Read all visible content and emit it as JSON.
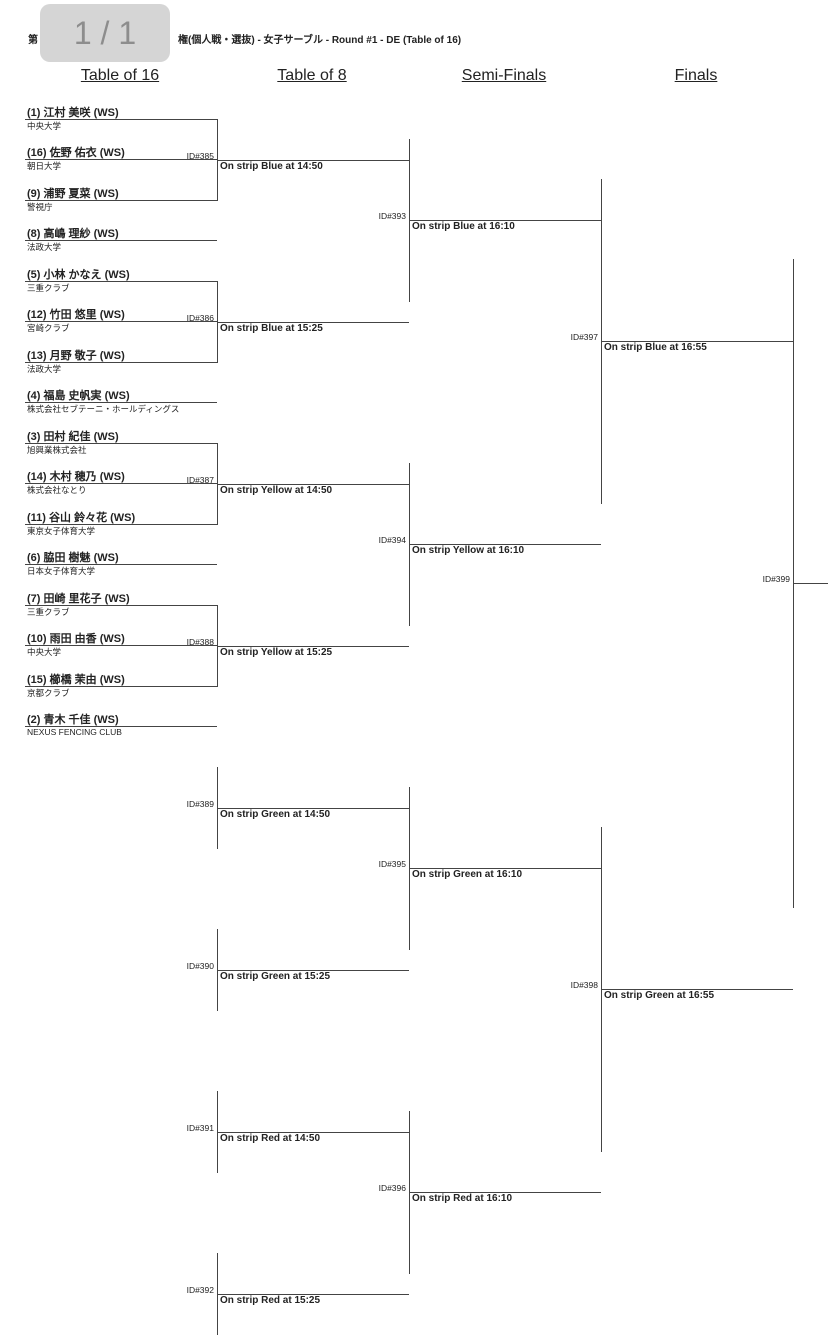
{
  "title": {
    "prefix": "第",
    "suffix": "権(個人戦・選抜) - 女子サーブル - Round #1 - DE (Table of 16)"
  },
  "pager": "1 / 1",
  "headers": [
    "Table of 16",
    "Table of 8",
    "Semi-Finals",
    "Finals"
  ],
  "entries": [
    {
      "name": "(1) 江村 美咲 (WS)",
      "club": "中央大学"
    },
    {
      "name": "(16) 佐野 佑衣 (WS)",
      "club": "朝日大学"
    },
    {
      "name": "(9) 浦野 夏菜 (WS)",
      "club": "警視庁"
    },
    {
      "name": "(8) 高嶋 理紗 (WS)",
      "club": "法政大学"
    },
    {
      "name": "(5) 小林 かなえ (WS)",
      "club": "三重クラブ"
    },
    {
      "name": "(12) 竹田 悠里 (WS)",
      "club": "宮崎クラブ"
    },
    {
      "name": "(13) 月野 敬子 (WS)",
      "club": "法政大学"
    },
    {
      "name": "(4) 福島 史帆実 (WS)",
      "club": "株式会社セブテーニ・ホールディングス"
    },
    {
      "name": "(3) 田村 紀佳 (WS)",
      "club": "旭興業株式会社"
    },
    {
      "name": "(14) 木村 穂乃 (WS)",
      "club": "株式会社なとり"
    },
    {
      "name": "(11) 谷山 鈴々花 (WS)",
      "club": "東京女子体育大学"
    },
    {
      "name": "(6) 脇田 樹魅 (WS)",
      "club": "日本女子体育大学"
    },
    {
      "name": "(7) 田崎 里花子 (WS)",
      "club": "三重クラブ"
    },
    {
      "name": "(10) 雨田 由香 (WS)",
      "club": "中央大学"
    },
    {
      "name": "(15) 櫛橋 茉由 (WS)",
      "club": "京都クラブ"
    },
    {
      "name": "(2) 青木 千佳 (WS)",
      "club": "NEXUS FENCING CLUB"
    }
  ],
  "rounds": [
    [
      {
        "id": "ID#385",
        "strip": "On strip Blue at 14:50"
      },
      {
        "id": "ID#386",
        "strip": "On strip Blue at 15:25"
      },
      {
        "id": "ID#387",
        "strip": "On strip Yellow at 14:50"
      },
      {
        "id": "ID#388",
        "strip": "On strip Yellow at 15:25"
      },
      {
        "id": "ID#389",
        "strip": "On strip Green at 14:50"
      },
      {
        "id": "ID#390",
        "strip": "On strip Green at 15:25"
      },
      {
        "id": "ID#391",
        "strip": "On strip Red at 14:50"
      },
      {
        "id": "ID#392",
        "strip": "On strip Red at 15:25"
      }
    ],
    [
      {
        "id": "ID#393",
        "strip": "On strip Blue at 16:10"
      },
      {
        "id": "ID#394",
        "strip": "On strip Yellow at 16:10"
      },
      {
        "id": "ID#395",
        "strip": "On strip Green at 16:10"
      },
      {
        "id": "ID#396",
        "strip": "On strip Red at 16:10"
      }
    ],
    [
      {
        "id": "ID#397",
        "strip": "On strip Blue at 16:55"
      },
      {
        "id": "ID#398",
        "strip": "On strip Green at 16:55"
      }
    ],
    [
      {
        "id": "ID#399",
        "strip": ""
      }
    ]
  ]
}
